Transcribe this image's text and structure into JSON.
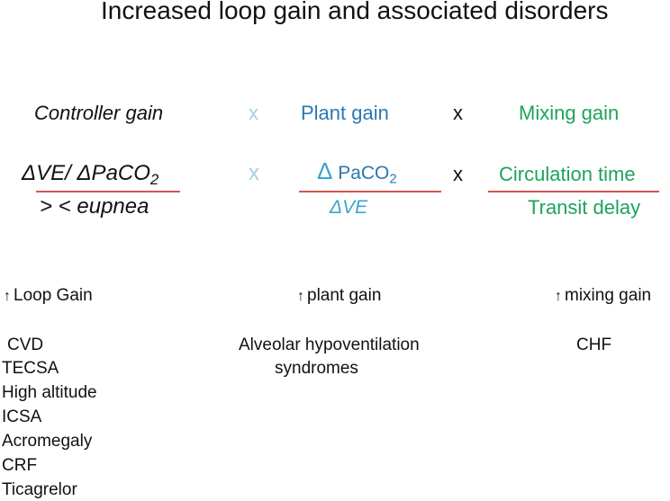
{
  "title": "Increased loop gain  and associated disorders",
  "colors": {
    "black": "#111111",
    "light_blue": "#9fd3da",
    "blue": "#2b78b4",
    "mid_blue": "#3da3cf",
    "green": "#1ea35a",
    "red_line": "#d9534f"
  },
  "equation": {
    "row1": {
      "controller": "Controller gain",
      "x1": "x",
      "plant": "Plant gain",
      "x2": "x",
      "mixing": "Mixing gain"
    },
    "row2": {
      "controller_num": "ΔVE/ ΔPaCO",
      "controller_num_sub": "2",
      "controller_den": "> < eupnea",
      "x1": "x",
      "plant_delta": "Δ",
      "plant_num": " PaCO",
      "plant_num_sub": "2",
      "plant_den": "ΔVE",
      "x2": "x",
      "mixing_num": "Circulation time",
      "mixing_den": "Transit delay"
    }
  },
  "columns": {
    "loop": {
      "arrow": "↑",
      "heading": "Loop Gain",
      "items": [
        "CVD",
        "TECSA",
        "High altitude",
        "ICSA",
        "Acromegaly",
        "CRF",
        "Ticagrelor"
      ]
    },
    "plant": {
      "arrow": "↑",
      "heading": "plant gain",
      "items": [
        "Alveolar hypoventilation",
        "syndromes"
      ]
    },
    "mixing": {
      "arrow": "↑",
      "heading": "mixing gain",
      "items": [
        "CHF"
      ]
    }
  }
}
